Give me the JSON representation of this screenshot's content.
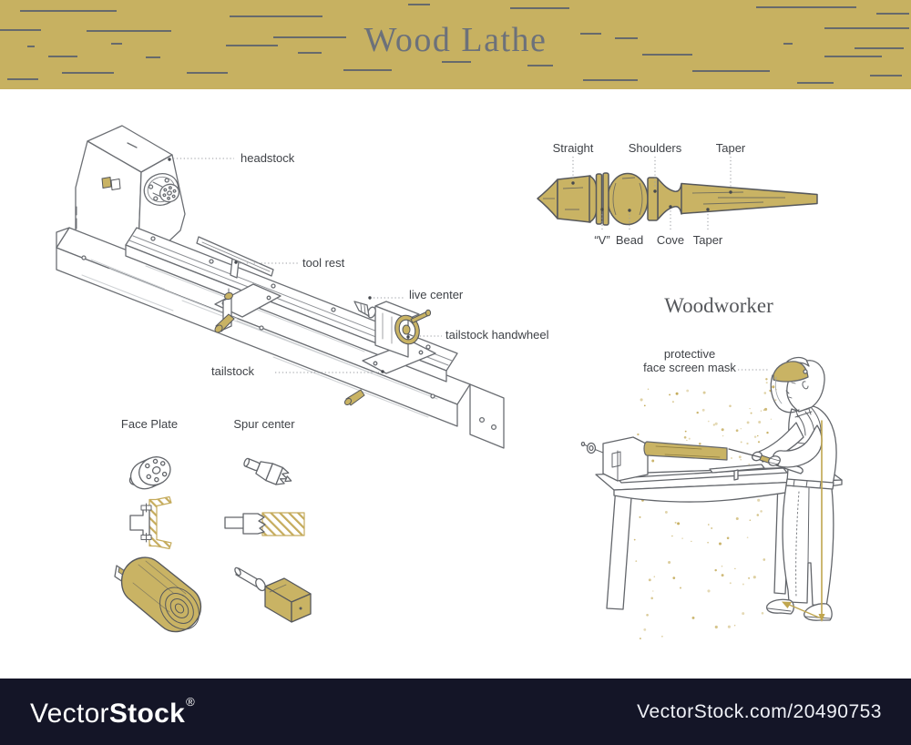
{
  "banner": {
    "title": "Wood Lathe"
  },
  "diagram": {
    "labels": {
      "headstock": "headstock",
      "tool_rest": "tool rest",
      "live_center": "live center",
      "tailstock_handwheel": "tailstock handwheel",
      "tailstock": "tailstock"
    }
  },
  "spindle": {
    "labels_top": {
      "straight": "Straight",
      "shoulders": "Shoulders",
      "taper": "Taper"
    },
    "labels_bottom": {
      "v": "“V”",
      "bead": "Bead",
      "cove": "Cove",
      "taper": "Taper"
    }
  },
  "accessories": {
    "face_plate": "Face Plate",
    "spur_center": "Spur center"
  },
  "woodworker": {
    "heading": "Woodworker",
    "mask_label_line1": "protective",
    "mask_label_line2": "face screen mask"
  },
  "watermark": {
    "brand_regular": "Vector",
    "brand_bold": "Stock",
    "registered_mark": "®",
    "site_url_text": "VectorStock.com/20490753"
  },
  "colors": {
    "banner_gold": "#c7b161",
    "wood_gold": "#c9b364",
    "line_gray": "#63666b",
    "label_text": "#3f4247",
    "watermark_bg": "#141527"
  }
}
